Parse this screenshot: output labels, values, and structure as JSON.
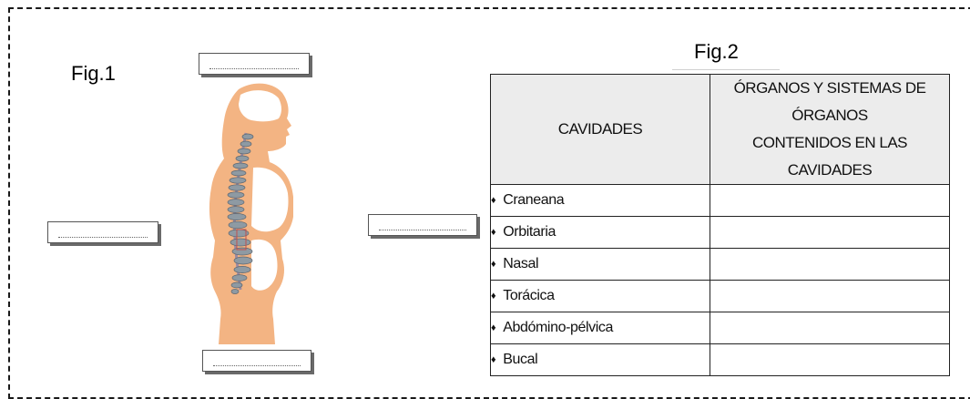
{
  "fig1": {
    "label": "Fig.1"
  },
  "fig2": {
    "label": "Fig.2"
  },
  "table": {
    "headers": [
      "CAVIDADES",
      "ÓRGANOS Y SISTEMAS DE ÓRGANOS CONTENIDOS EN LAS CAVIDADES"
    ],
    "header_org_line1": "ÓRGANOS Y SISTEMAS DE ÓRGANOS",
    "header_org_line2": "CONTENIDOS EN LAS CAVIDADES",
    "rows": [
      {
        "cavity": "Craneana",
        "organs": ""
      },
      {
        "cavity": "Orbitaria",
        "organs": ""
      },
      {
        "cavity": "Nasal",
        "organs": ""
      },
      {
        "cavity": "Torácica",
        "organs": ""
      },
      {
        "cavity": "Abdómino-pélvica",
        "organs": ""
      },
      {
        "cavity": "Bucal",
        "organs": ""
      }
    ]
  },
  "colors": {
    "skin": "#f3b483",
    "cavity": "#ffffff",
    "spine": "#8e9aa3",
    "header_bg": "#ececec"
  }
}
